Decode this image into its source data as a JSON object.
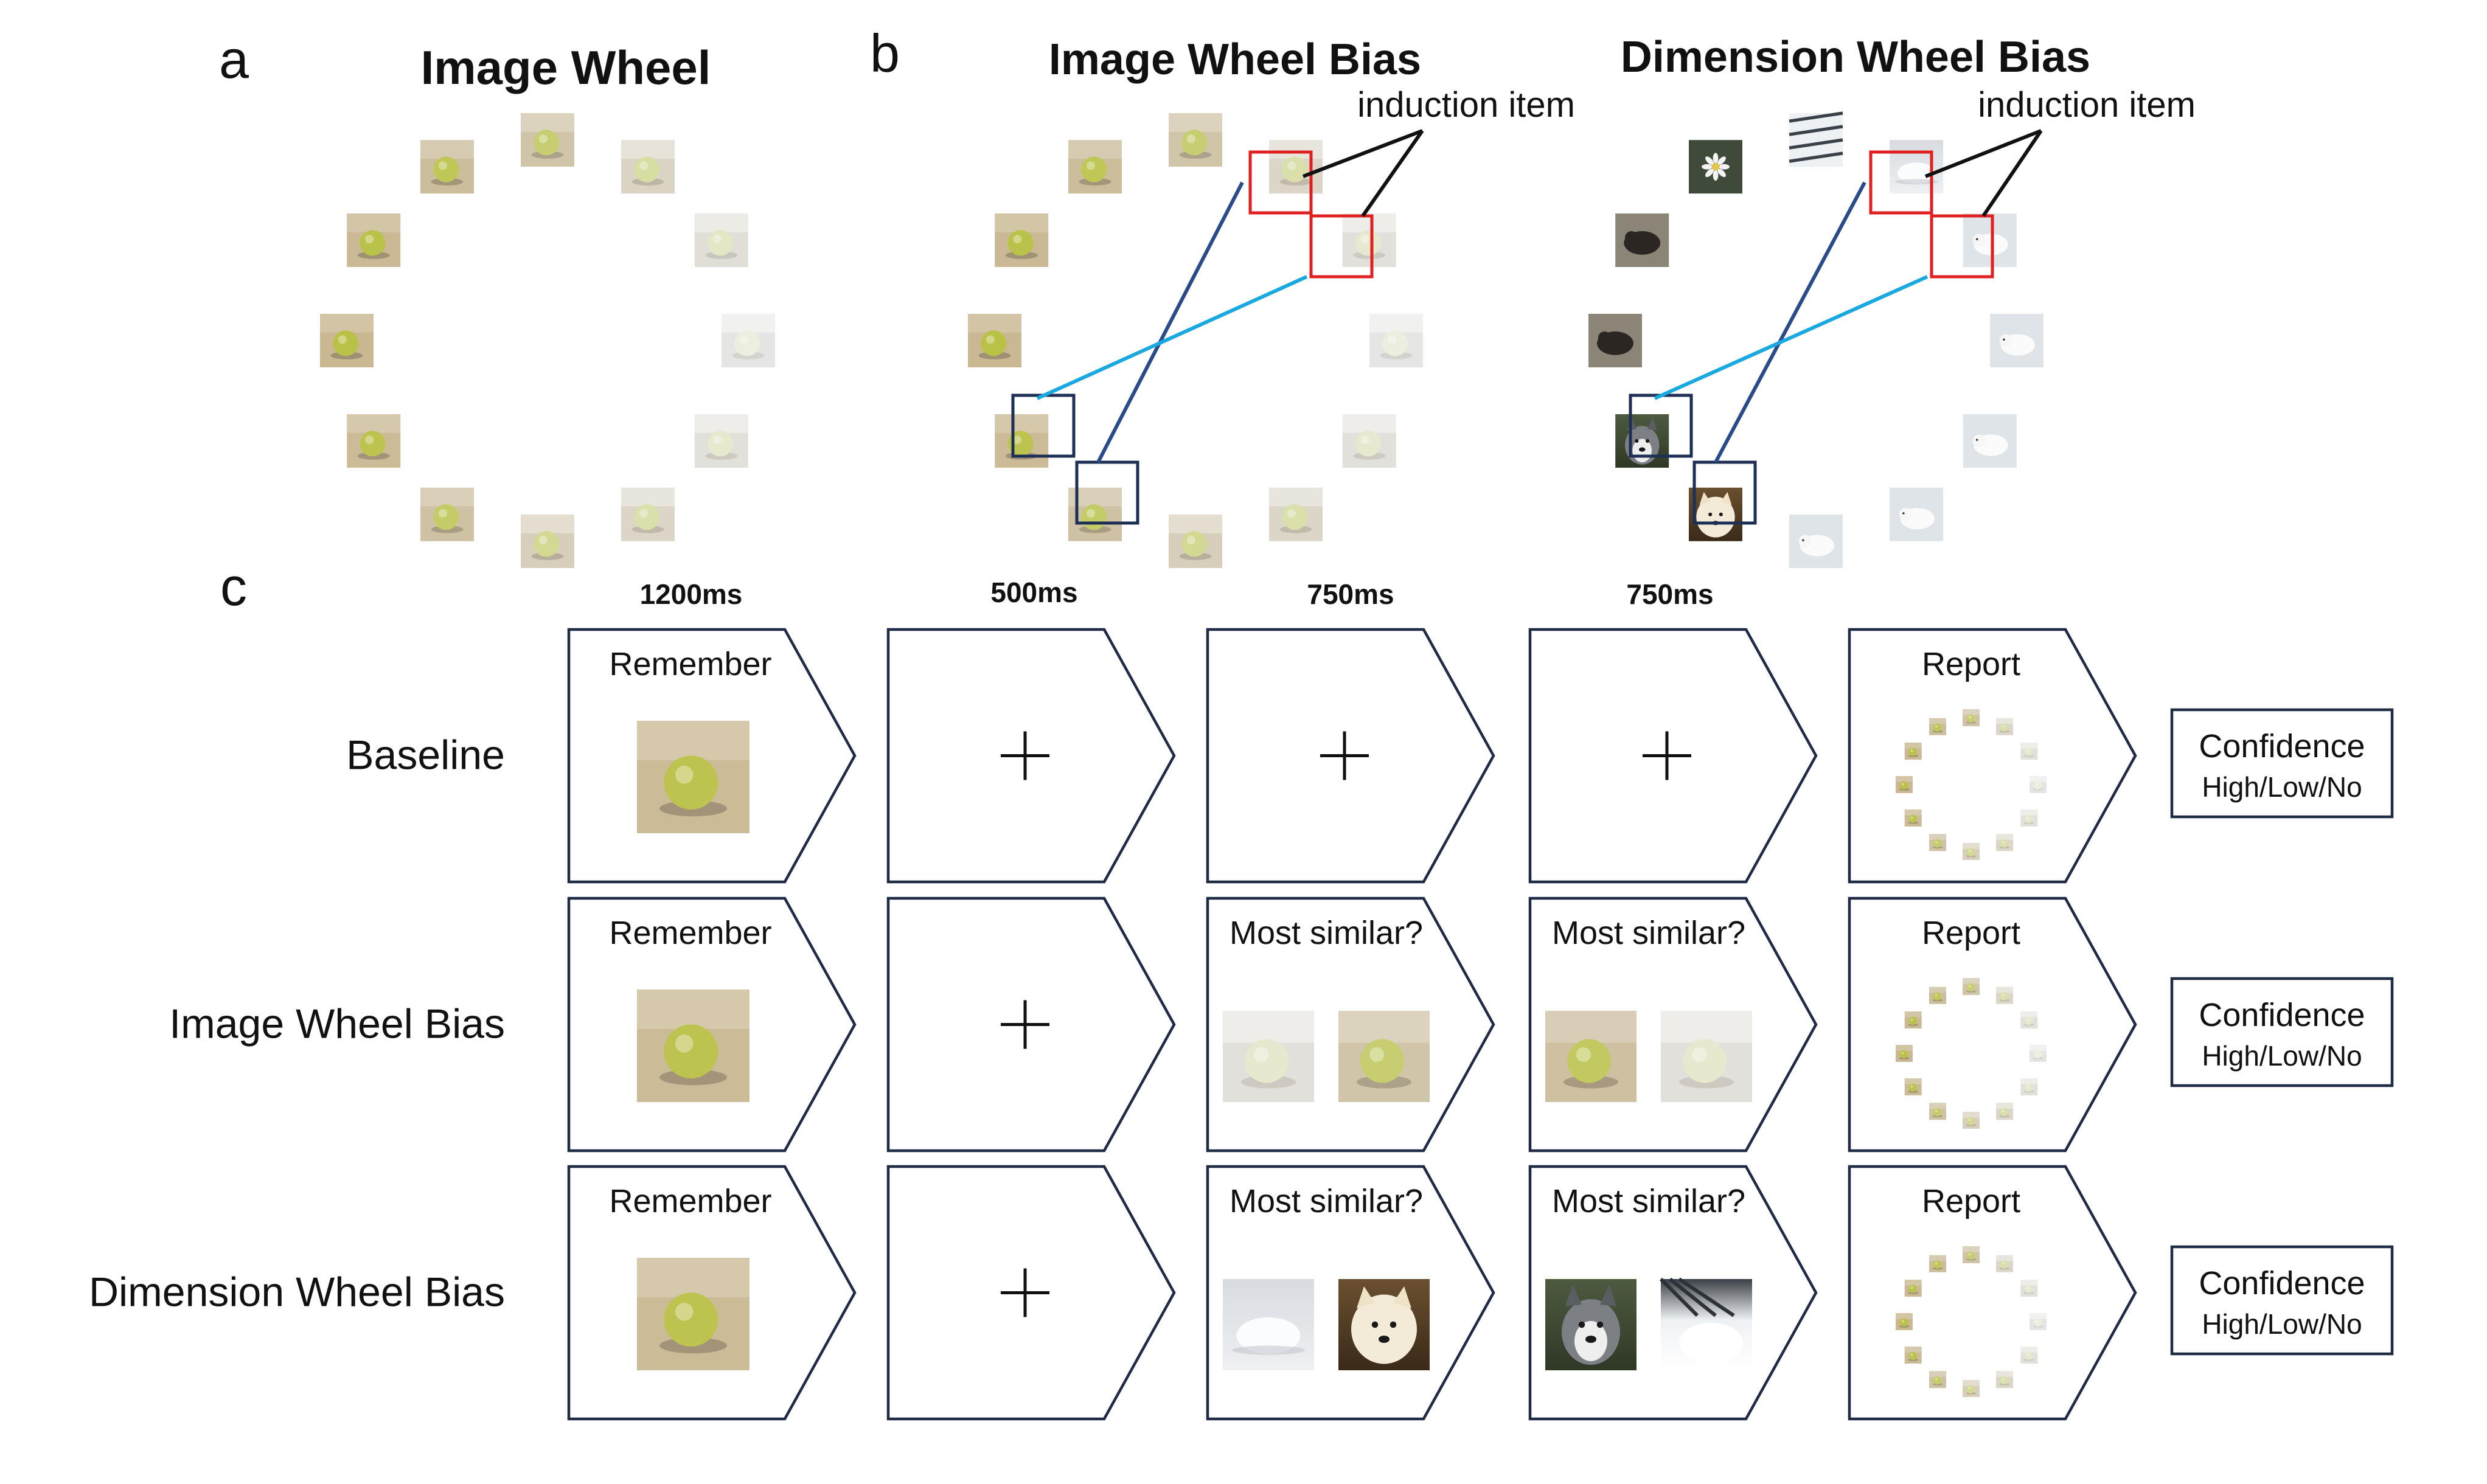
{
  "panels": {
    "a": {
      "letter": "a",
      "title": "Image Wheel"
    },
    "b": {
      "letter": "b",
      "left_title": "Image Wheel Bias",
      "right_title": "Dimension Wheel Bias",
      "left_annotation": "induction item",
      "right_annotation": "induction item"
    },
    "c": {
      "letter": "c",
      "durations": [
        "1200ms",
        "500ms",
        "750ms",
        "750ms"
      ],
      "rows": [
        {
          "label": "Baseline",
          "remember": "Remember",
          "frame3_text": "",
          "frame4_text": "",
          "report": "Report",
          "confidence_title": "Confidence",
          "confidence_options": "High/Low/No"
        },
        {
          "label": "Image Wheel Bias",
          "remember": "Remember",
          "frame3_text": "Most similar?",
          "frame4_text": "Most similar?",
          "report": "Report",
          "confidence_title": "Confidence",
          "confidence_options": "High/Low/No"
        },
        {
          "label": "Dimension Wheel Bias",
          "remember": "Remember",
          "frame3_text": "Most similar?",
          "frame4_text": "Most similar?",
          "report": "Report",
          "confidence_title": "Confidence",
          "confidence_options": "High/Low/No"
        }
      ]
    }
  },
  "colors": {
    "frame_border": "#1f2a44",
    "highlight_red": "#e02020",
    "highlight_navy": "#1e2f55",
    "line_dark_blue": "#2a4a8a",
    "line_light_blue": "#1aa8e0"
  },
  "image_semantics": [
    "tennis-ball-on-sand",
    "snow-lump",
    "husky-dog",
    "samoyed-dog",
    "white-arctic-animal",
    "dark-animal"
  ]
}
